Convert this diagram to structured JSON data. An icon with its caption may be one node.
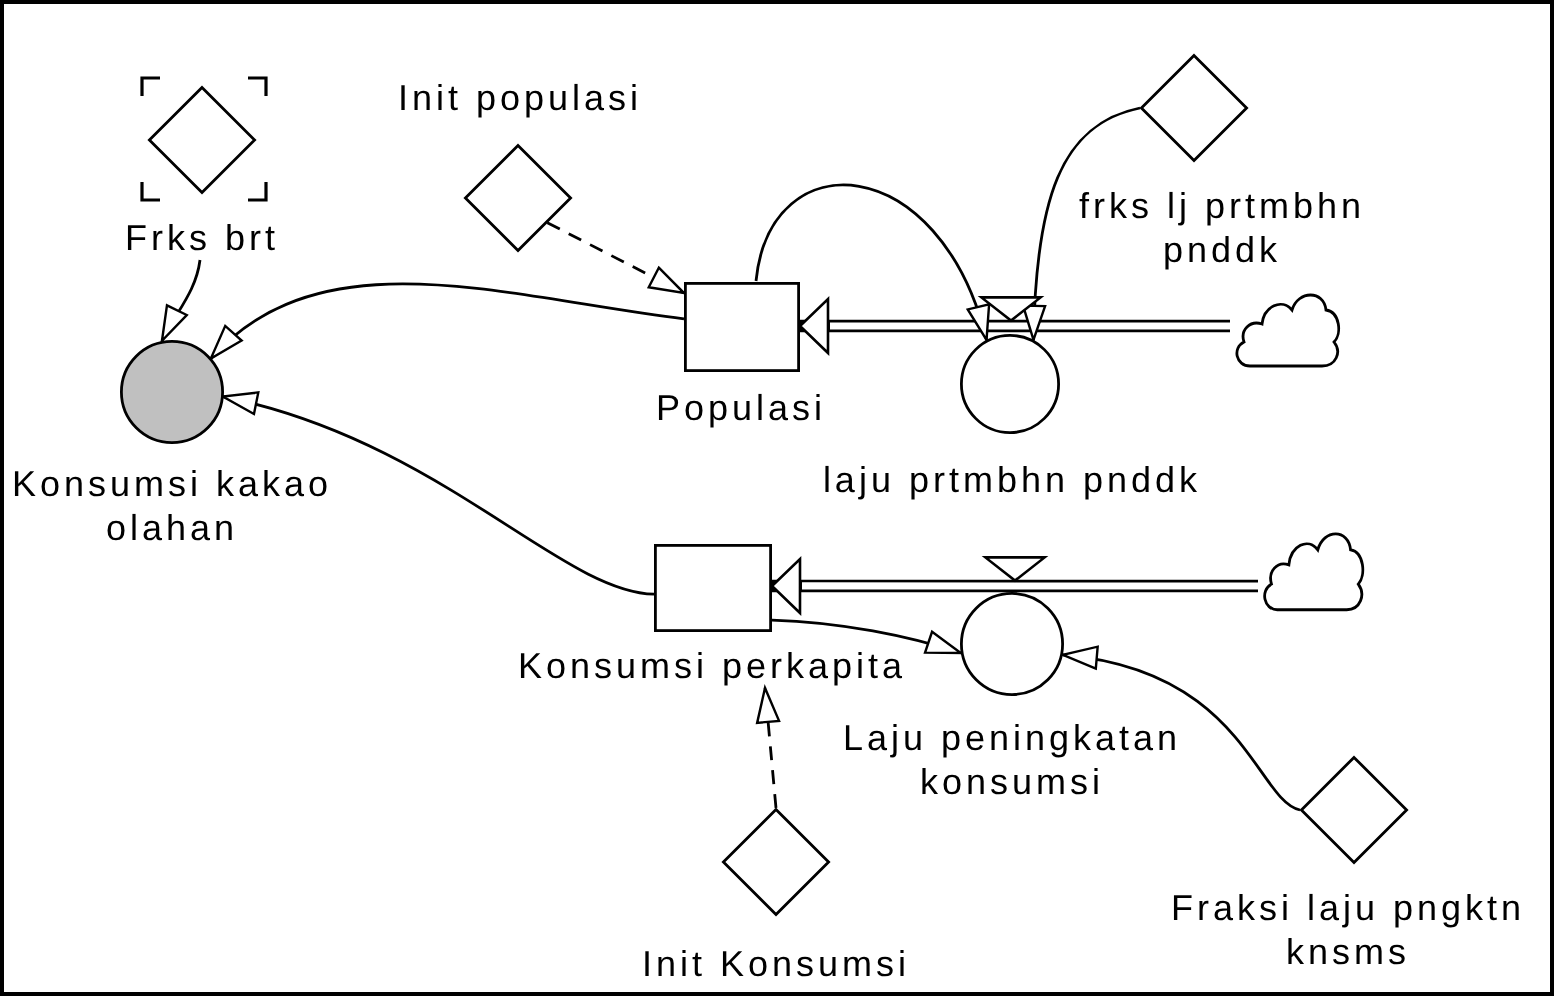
{
  "diagram": {
    "nodes": [
      {
        "text": [
          "Frks brt"
        ]
      },
      {
        "text": [
          "Init populasi"
        ]
      },
      {
        "text": [
          "frks lj prtmbhn pnddk"
        ]
      },
      {
        "text": [
          "Konsumsi kakao olahan"
        ]
      },
      {
        "text": [
          "Populasi"
        ]
      },
      {
        "text": [
          "laju prtmbhn pnddk"
        ]
      },
      {
        "text": [],
        "shape": "cloud"
      },
      {
        "text": [
          "Konsumsi perkapita"
        ]
      },
      {
        "text": [
          "Laju peningkatan konsumsi"
        ]
      },
      {
        "text": [],
        "shape": "cloud"
      },
      {
        "text": [
          "Init Konsumsi"
        ]
      },
      {
        "text": [
          "Fraksi laju pngktn knsms"
        ]
      }
    ],
    "edges": [
      {
        "from": 0,
        "to": 3,
        "arrow": "to"
      },
      {
        "from": 1,
        "to": 4,
        "arrow": "to",
        "style": "dashed"
      },
      {
        "from": 4,
        "to": 3,
        "arrow": "to"
      },
      {
        "from": 4,
        "to": 5,
        "arrow": "to"
      },
      {
        "from": 2,
        "to": 5,
        "arrow": "to"
      },
      {
        "from": 6,
        "to": 4,
        "arrow": "to",
        "style": "thick"
      },
      {
        "from": 7,
        "to": 3,
        "arrow": "to"
      },
      {
        "from": 9,
        "to": 7,
        "arrow": "to",
        "style": "thick"
      },
      {
        "from": 7,
        "to": 8,
        "arrow": "to"
      },
      {
        "from": 11,
        "to": 8,
        "arrow": "to"
      },
      {
        "from": 10,
        "to": 7,
        "arrow": "to",
        "style": "dashed"
      }
    ]
  }
}
